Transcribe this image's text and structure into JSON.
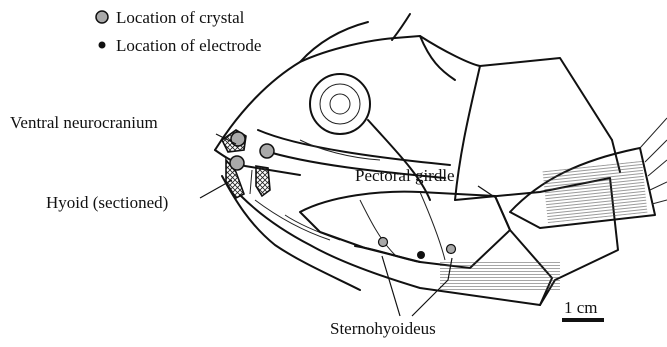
{
  "legend": {
    "crystal_label": "Location of crystal",
    "electrode_label": "Location of electrode"
  },
  "labels": {
    "ventral_neurocranium": "Ventral neurocranium",
    "hyoid": "Hyoid (sectioned)",
    "pectoral_girdle": "Pectoral girdle",
    "sternohyoideus": "Sternohyoideus"
  },
  "scale_bar": {
    "label": "1 cm"
  },
  "colors": {
    "crystal_fill": "#a9a9a9",
    "electrode_fill": "#111111",
    "line": "#111111"
  }
}
